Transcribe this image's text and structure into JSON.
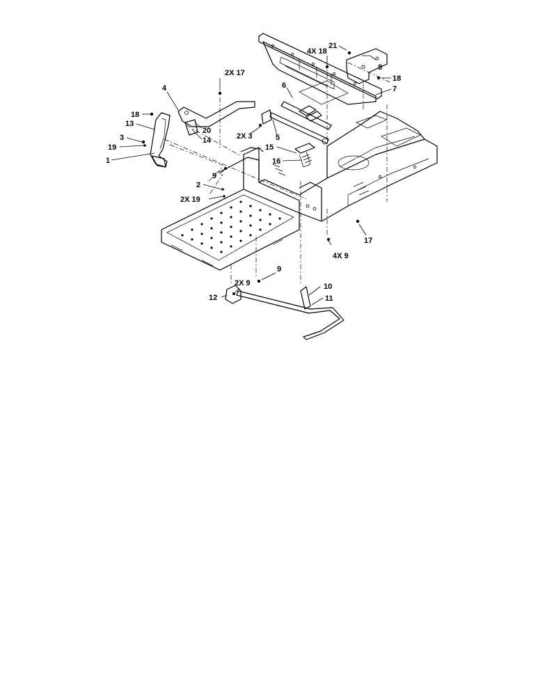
{
  "callouts": [
    {
      "id": "c-21",
      "text": "21"
    },
    {
      "id": "c-4x18",
      "text": "4X 18"
    },
    {
      "id": "c-8",
      "text": "8"
    },
    {
      "id": "c-18a",
      "text": "18"
    },
    {
      "id": "c-7",
      "text": "7"
    },
    {
      "id": "c-2x17",
      "text": "2X 17"
    },
    {
      "id": "c-6",
      "text": "6"
    },
    {
      "id": "c-4",
      "text": "4"
    },
    {
      "id": "c-18b",
      "text": "18"
    },
    {
      "id": "c-13",
      "text": "13"
    },
    {
      "id": "c-20",
      "text": "20"
    },
    {
      "id": "c-14",
      "text": "14"
    },
    {
      "id": "c-2x3",
      "text": "2X 3"
    },
    {
      "id": "c-5",
      "text": "5"
    },
    {
      "id": "c-3",
      "text": "3"
    },
    {
      "id": "c-19",
      "text": "19"
    },
    {
      "id": "c-15",
      "text": "15"
    },
    {
      "id": "c-1",
      "text": "1"
    },
    {
      "id": "c-16",
      "text": "16"
    },
    {
      "id": "c-9a",
      "text": "9"
    },
    {
      "id": "c-2",
      "text": "2"
    },
    {
      "id": "c-2x19",
      "text": "2X 19"
    },
    {
      "id": "c-17",
      "text": "17"
    },
    {
      "id": "c-4x9",
      "text": "4X 9"
    },
    {
      "id": "c-9b",
      "text": "9"
    },
    {
      "id": "c-2x9",
      "text": "2X 9"
    },
    {
      "id": "c-10",
      "text": "10"
    },
    {
      "id": "c-12",
      "text": "12"
    },
    {
      "id": "c-11",
      "text": "11"
    }
  ]
}
